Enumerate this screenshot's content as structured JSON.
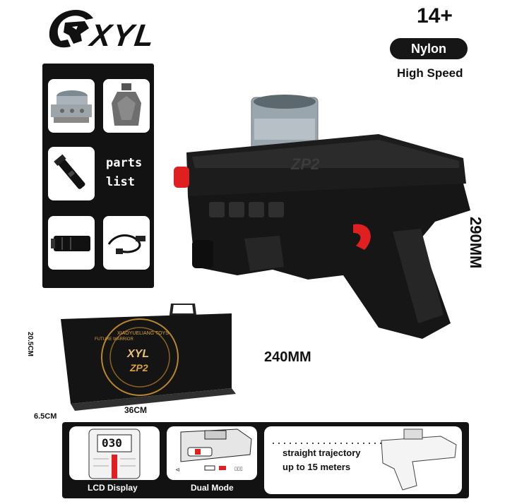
{
  "brand": {
    "name": "XYL",
    "logo_icon": "panther-head-icon"
  },
  "badges": {
    "age": "14+",
    "material": "Nylon",
    "feature": "High Speed"
  },
  "parts_panel": {
    "label_line1": "parts",
    "label_line2": "list",
    "items": [
      "magazine-hopper-icon",
      "gel-ball-bottle-icon",
      "flashlight-tube-icon",
      "battery-pack-icon",
      "usb-charging-cable-icon"
    ]
  },
  "product": {
    "side_text": "ZP2",
    "height_dim": "290MM",
    "length_dim": "240MM"
  },
  "package": {
    "brand_text": "XYL",
    "model_text": "ZP2",
    "ring_text_top": "XIAOYUELIANG TOYS",
    "ring_text_side": "FUTURE WARRIOR",
    "height_dim": "20.5CM",
    "width_dim": "36CM",
    "depth_dim": "6.5CM"
  },
  "features": {
    "lcd": {
      "caption": "LCD Display",
      "reading": "030"
    },
    "mode": {
      "caption": "Dual Mode"
    },
    "range": {
      "line1": "straight trajectory",
      "line2": "up to 15 meters"
    }
  },
  "colors": {
    "panel": "#121212",
    "accent": "#e02020",
    "text": "#111111"
  }
}
